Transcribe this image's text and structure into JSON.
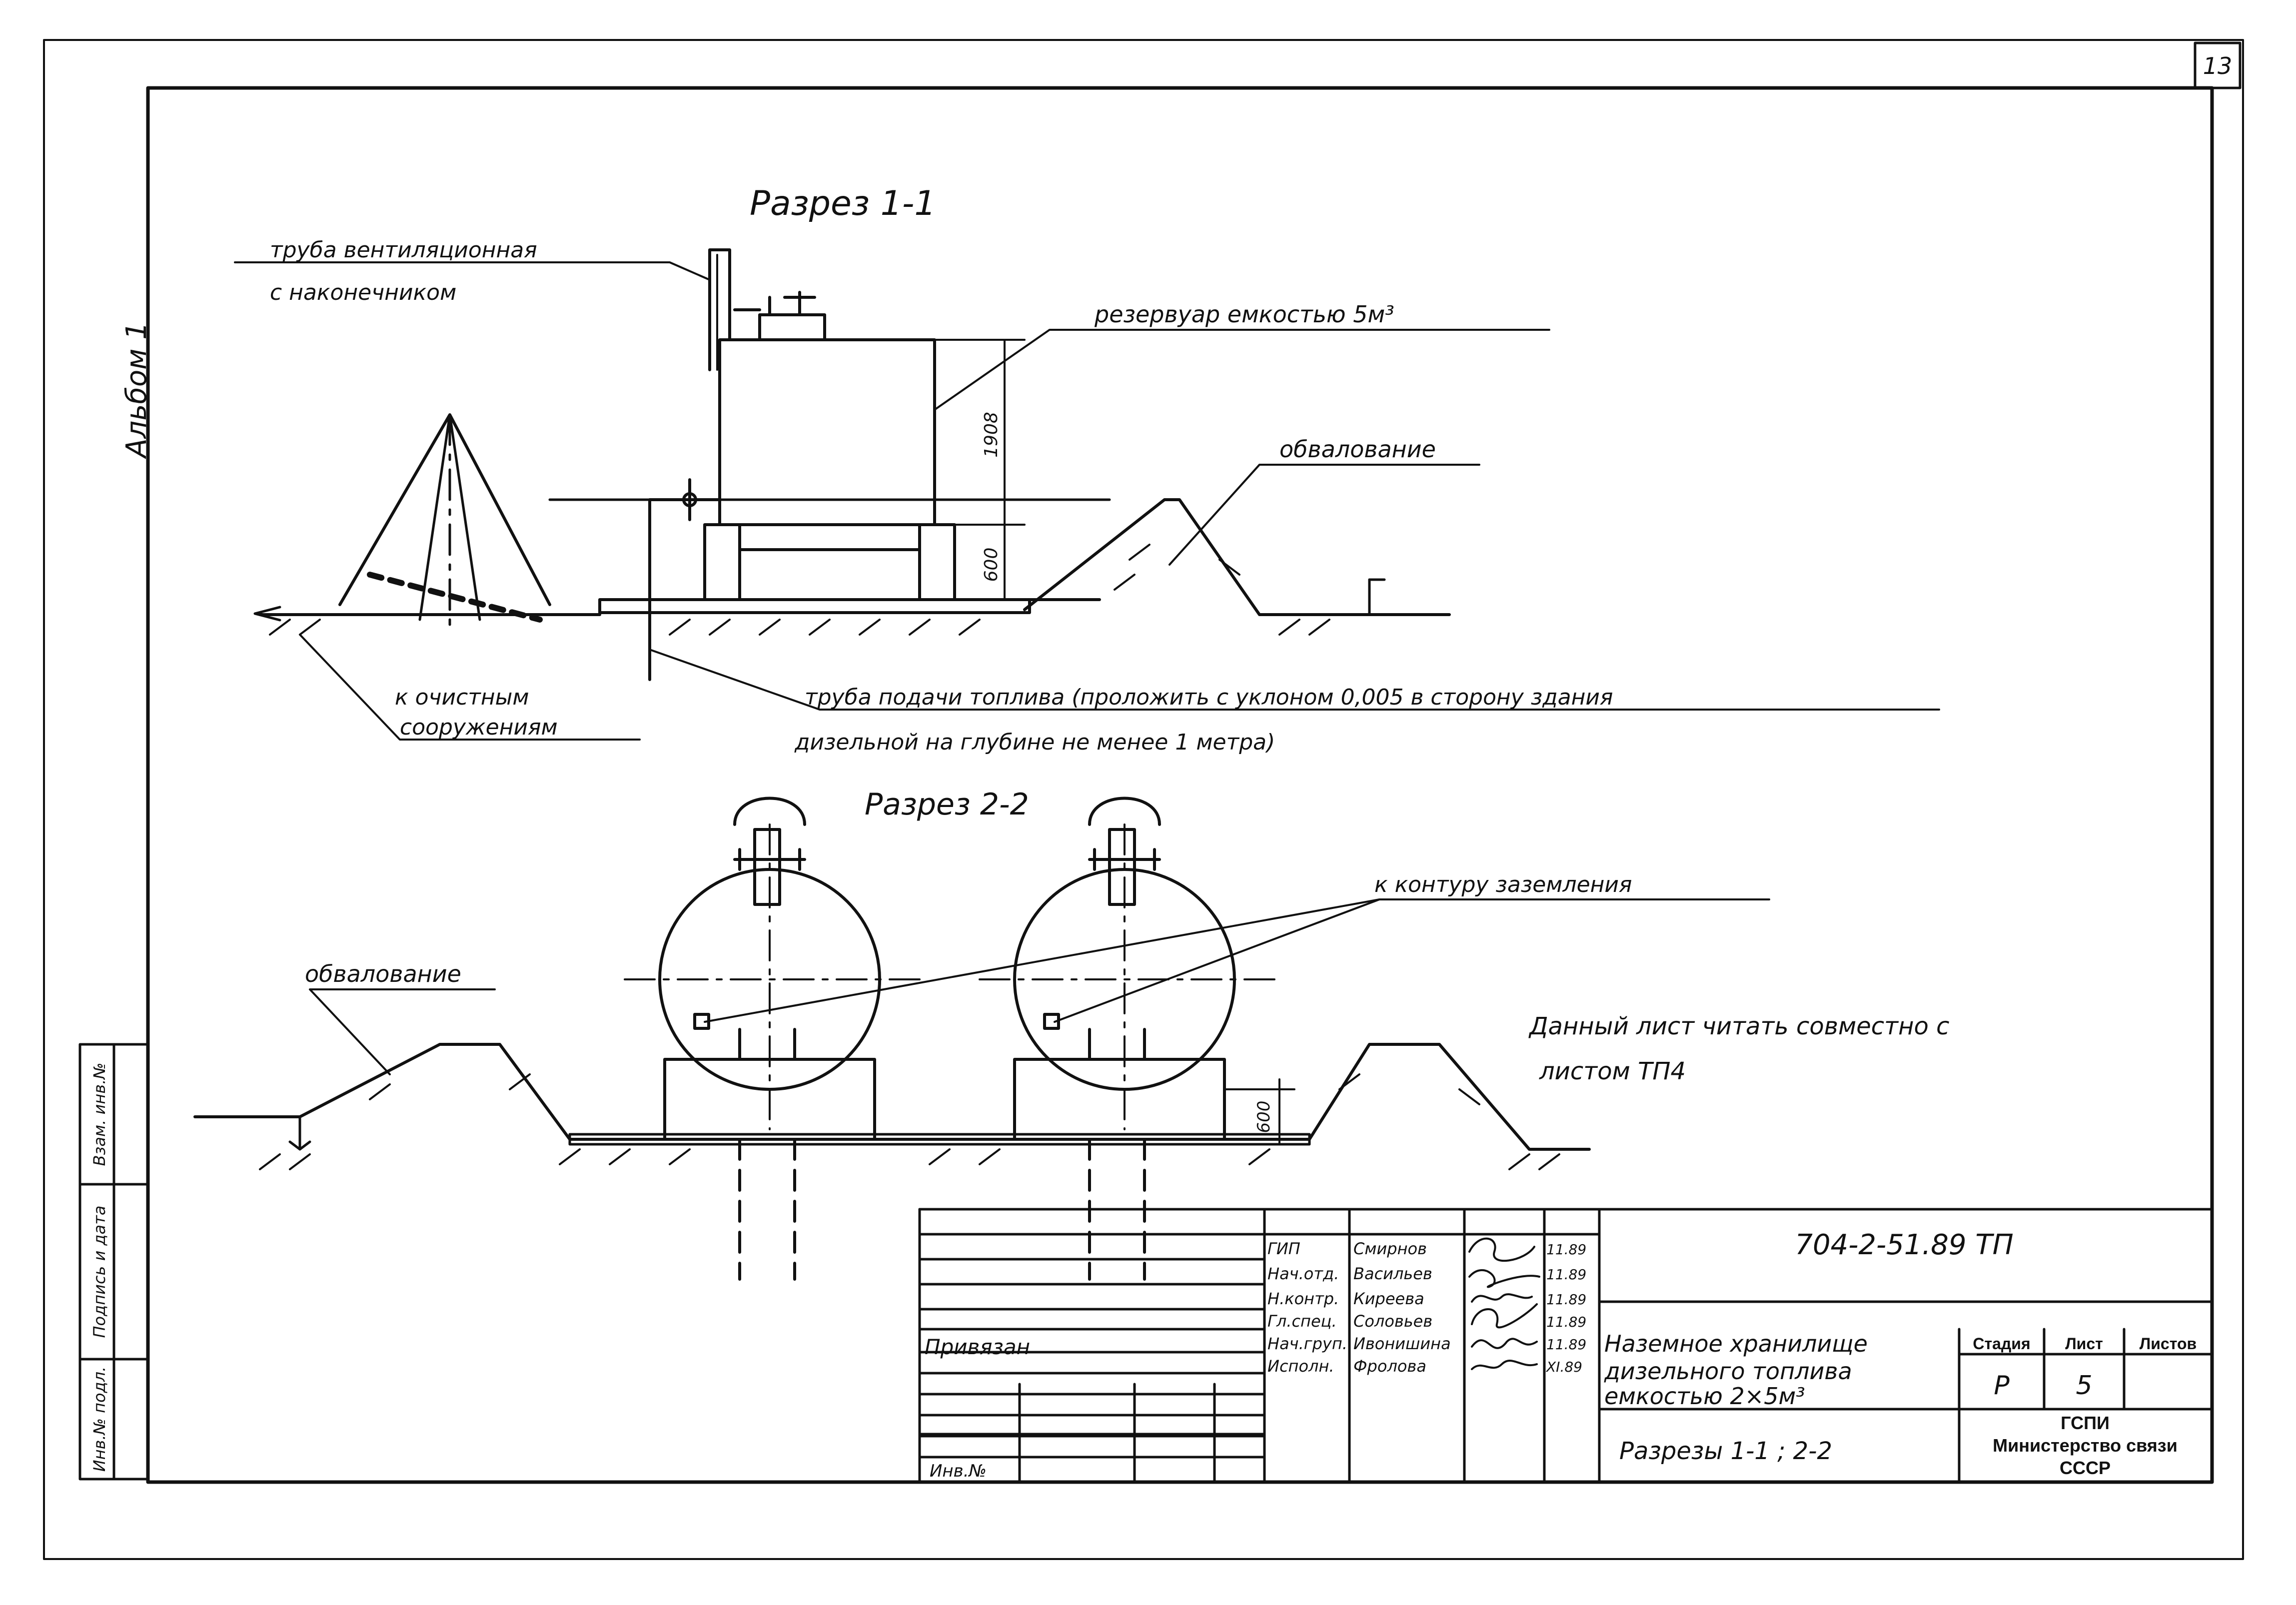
{
  "page_number": "13",
  "album_label": "Альбом 1",
  "section_1": {
    "title": "Разрез 1-1",
    "vent_pipe_line1": "труба вентиляционная",
    "vent_pipe_line2": "с наконечником",
    "tank_label": "резервуар емкостью 5м³",
    "embankment_label": "обвалование",
    "dim_upper": "1908",
    "dim_lower": "600",
    "treatment_line1": "к очистным",
    "treatment_line2": "сооружениям",
    "fuel_pipe_line1": "труба подачи топлива (проложить с уклоном 0,005 в сторону здания",
    "fuel_pipe_line2": "дизельной на глубине не менее 1 метра)"
  },
  "section_2": {
    "title": "Разрез 2-2",
    "ground_label": "к контуру заземления",
    "embankment_label": "обвалование",
    "dim": "600"
  },
  "note_line1": "Данный лист читать совместно с",
  "note_line2": "листом ТП4",
  "left_stamp": {
    "col1": "Взам. инв.№",
    "col2": "Подпись и дата",
    "col3": "Инв.№ подл."
  },
  "title_block": {
    "code": "704-2-51.89 ТП",
    "privyazan": "Привязан",
    "inv": "Инв.№",
    "staff": [
      {
        "role": "ГИП",
        "name": "Смирнов",
        "date": "11.89"
      },
      {
        "role": "Нач.отд.",
        "name": "Васильев",
        "date": "11.89"
      },
      {
        "role": "Н.контр.",
        "name": "Киреева",
        "date": "11.89"
      },
      {
        "role": "Гл.спец.",
        "name": "Соловьев",
        "date": "11.89"
      },
      {
        "role": "Нач.груп.",
        "name": "Ивонишина",
        "date": "11.89"
      },
      {
        "role": "Исполн.",
        "name": "Фролова",
        "date": "XI.89"
      }
    ],
    "object_line1": "Наземное хранилище",
    "object_line2": "дизельного топлива",
    "object_line3": "емкостью 2×5м³",
    "sheet_title": "Разрезы 1-1 ; 2-2",
    "stage_header": "Стадия",
    "sheet_header": "Лист",
    "sheets_header": "Листов",
    "stage": "Р",
    "sheet": "5",
    "org_line1": "ГСПИ",
    "org_line2": "Министерство связи",
    "org_line3": "СССР"
  }
}
